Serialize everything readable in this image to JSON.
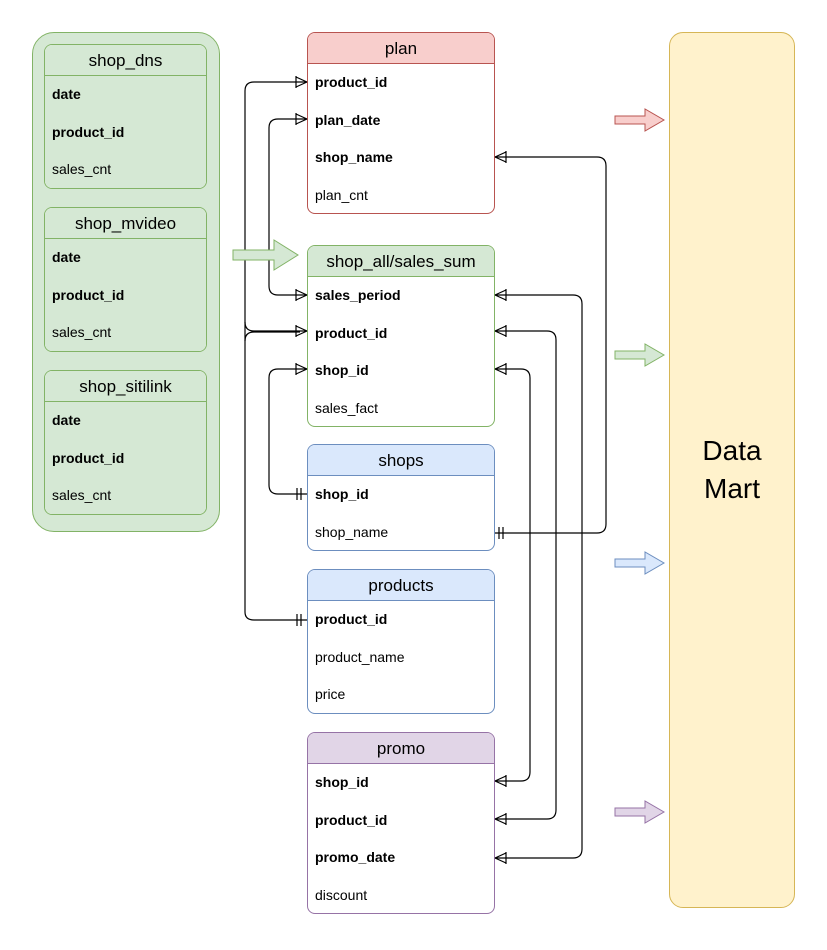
{
  "sources": [
    {
      "id": "shop-dns",
      "title": "shop_dns",
      "fields": [
        {
          "name": "date",
          "bold": true
        },
        {
          "name": "product_id",
          "bold": true
        },
        {
          "name": "sales_cnt",
          "bold": false
        }
      ]
    },
    {
      "id": "shop-mvideo",
      "title": "shop_mvideo",
      "fields": [
        {
          "name": "date",
          "bold": true
        },
        {
          "name": "product_id",
          "bold": true
        },
        {
          "name": "sales_cnt",
          "bold": false
        }
      ]
    },
    {
      "id": "shop-sitilink",
      "title": "shop_sitilink",
      "fields": [
        {
          "name": "date",
          "bold": true
        },
        {
          "name": "product_id",
          "bold": true
        },
        {
          "name": "sales_cnt",
          "bold": false
        }
      ]
    }
  ],
  "tables": {
    "plan": {
      "title": "plan",
      "fields": [
        {
          "name": "product_id",
          "bold": true
        },
        {
          "name": "plan_date",
          "bold": true
        },
        {
          "name": "shop_name",
          "bold": true
        },
        {
          "name": "plan_cnt",
          "bold": false
        }
      ]
    },
    "sales_sum": {
      "title": "shop_all/sales_sum",
      "fields": [
        {
          "name": "sales_period",
          "bold": true
        },
        {
          "name": "product_id",
          "bold": true
        },
        {
          "name": "shop_id",
          "bold": true
        },
        {
          "name": "sales_fact",
          "bold": false
        }
      ]
    },
    "shops": {
      "title": "shops",
      "fields": [
        {
          "name": "shop_id",
          "bold": true
        },
        {
          "name": "shop_name",
          "bold": false
        }
      ]
    },
    "products": {
      "title": "products",
      "fields": [
        {
          "name": "product_id",
          "bold": true
        },
        {
          "name": "product_name",
          "bold": false
        },
        {
          "name": "price",
          "bold": false
        }
      ]
    },
    "promo": {
      "title": "promo",
      "fields": [
        {
          "name": "shop_id",
          "bold": true
        },
        {
          "name": "product_id",
          "bold": true
        },
        {
          "name": "promo_date",
          "bold": true
        },
        {
          "name": "discount",
          "bold": false
        }
      ]
    }
  },
  "datamart": {
    "line1": "Data",
    "line2": "Mart"
  },
  "colors": {
    "green_fill": "#d5e8d4",
    "green_stroke": "#82b366",
    "red_fill": "#f8cecc",
    "red_stroke": "#b85450",
    "blue_fill": "#dae8fc",
    "blue_stroke": "#6c8ebf",
    "purple_fill": "#e1d5e7",
    "purple_stroke": "#9673a6",
    "yellow_fill": "#fff2cc",
    "yellow_stroke": "#d6b656"
  }
}
